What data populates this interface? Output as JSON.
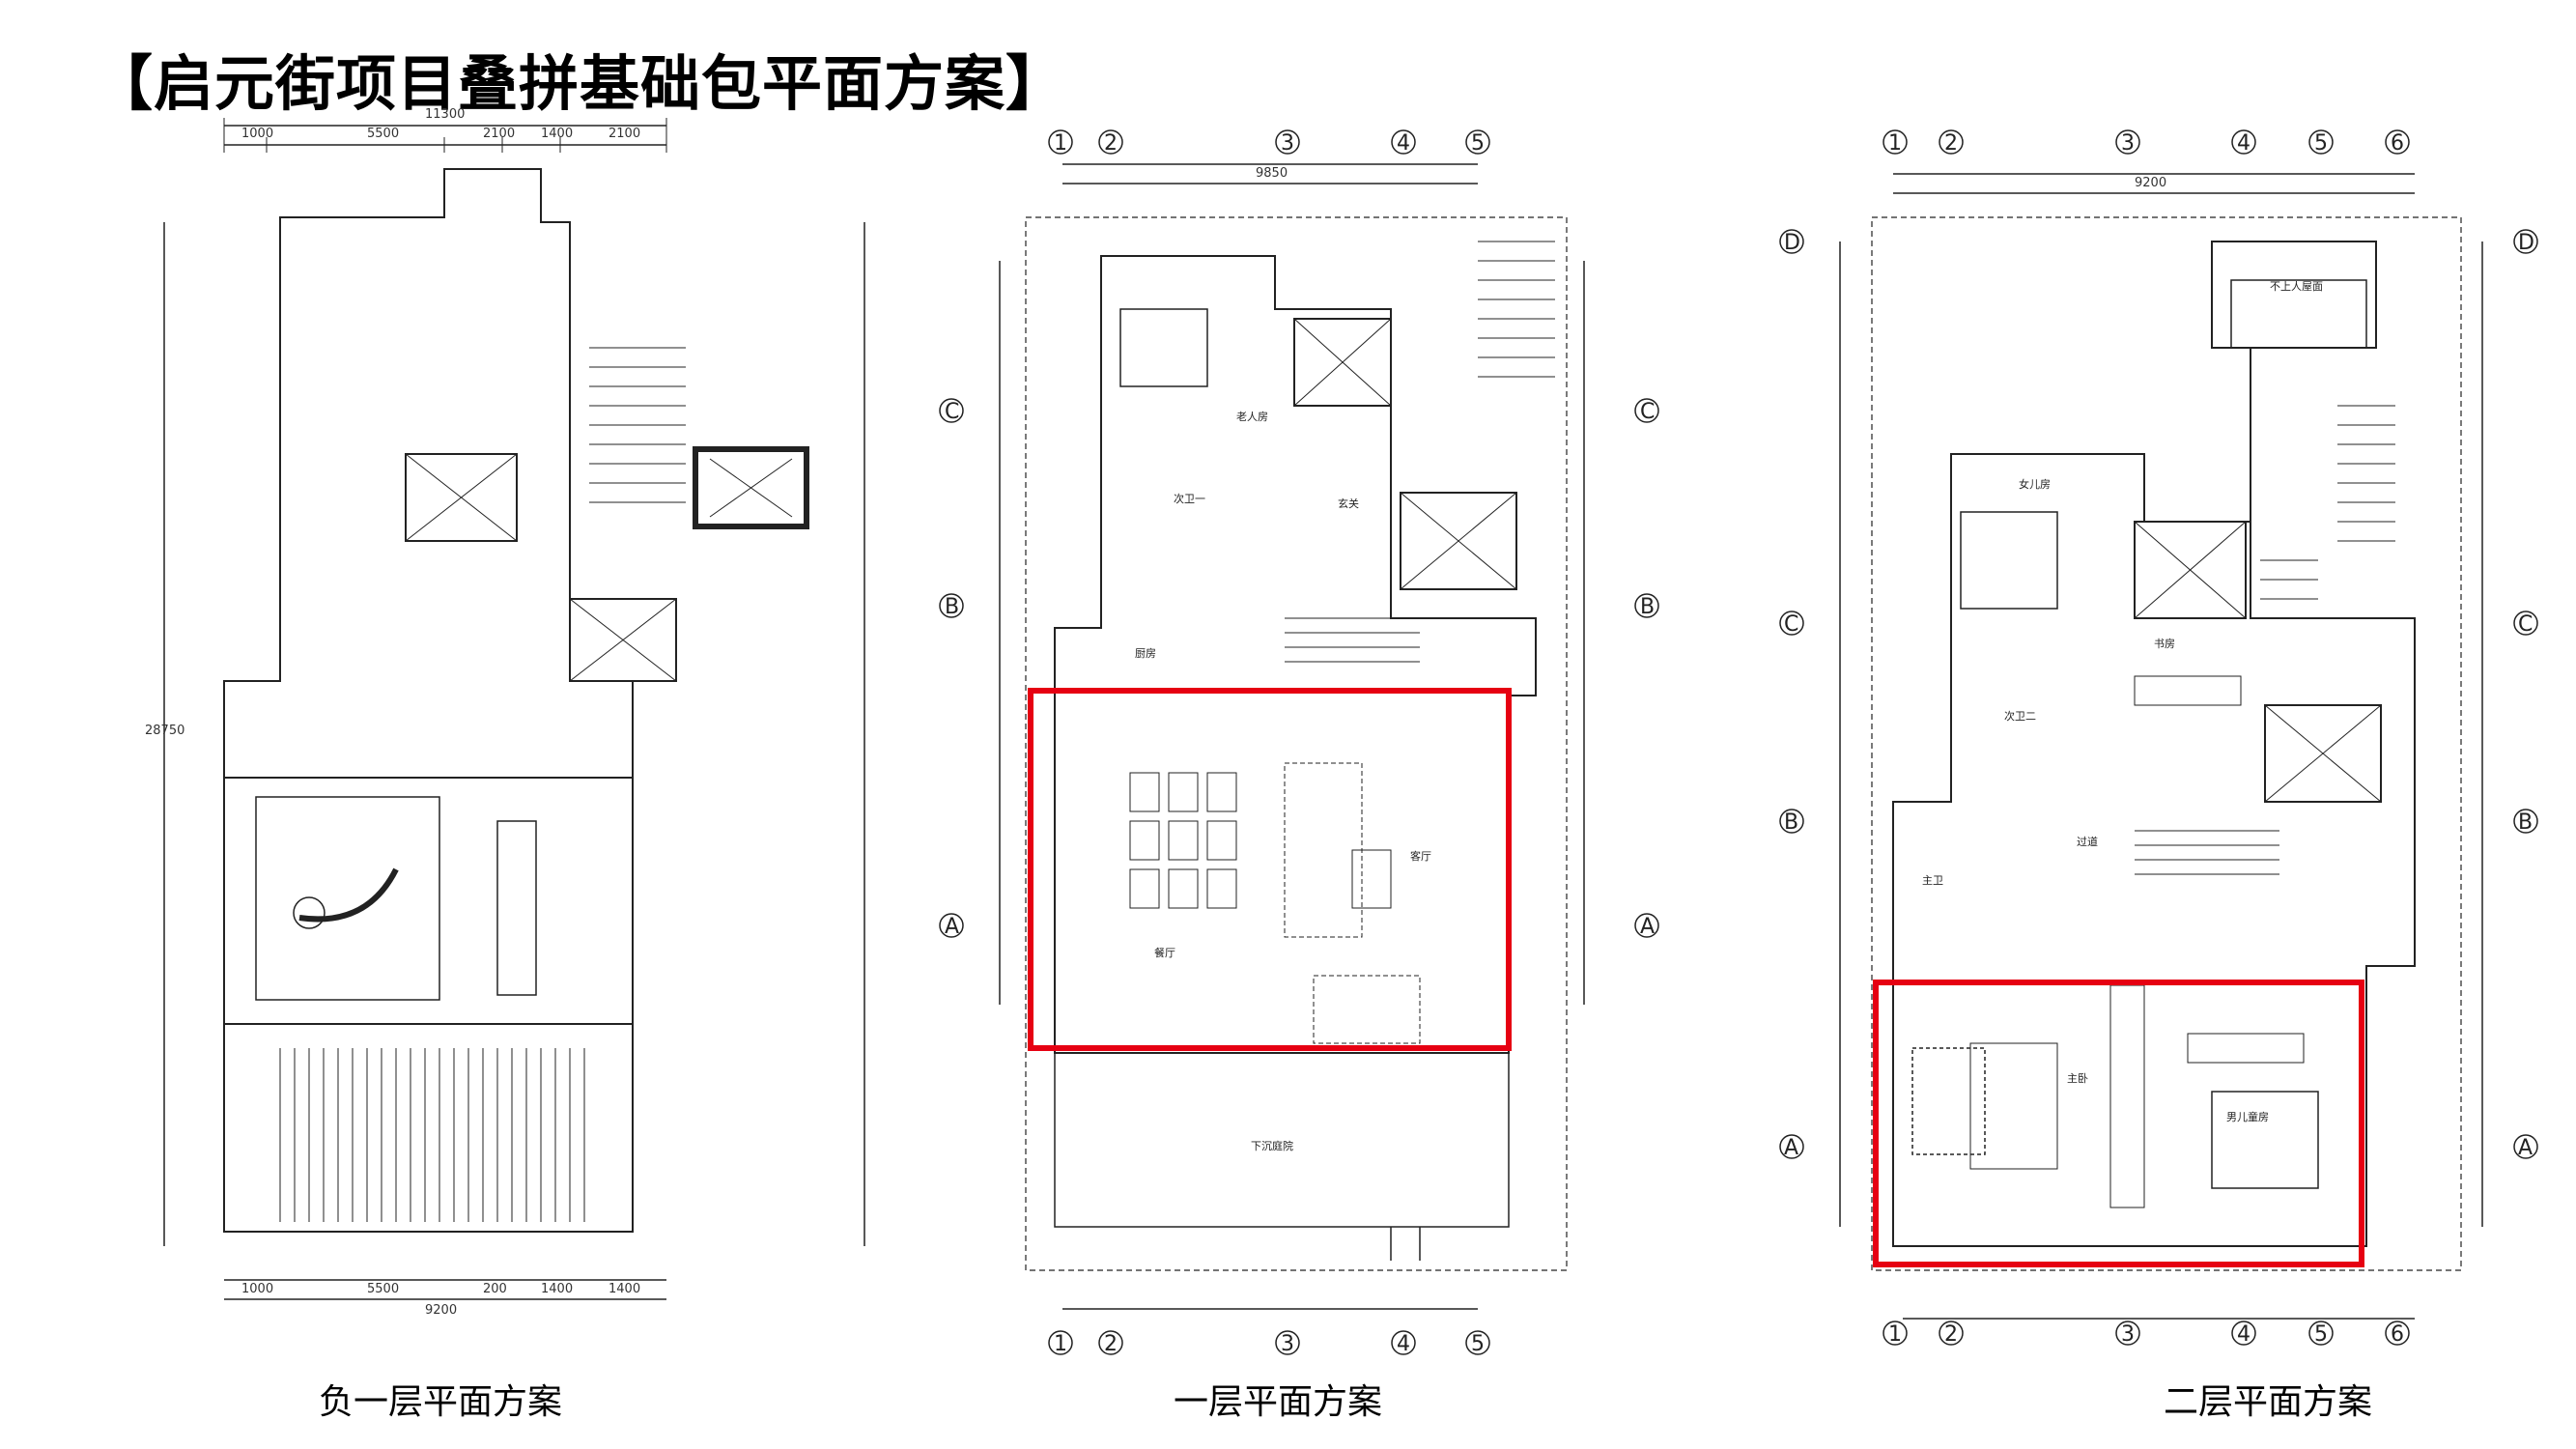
{
  "title": "【启元街项目叠拼基础包平面方案】",
  "captions": {
    "basement": "负一层平面方案",
    "first": "一层平面方案",
    "second": "二层平面方案"
  },
  "plan_b1": {
    "top_dims": [
      "1000",
      "5500",
      "2100",
      "1400",
      "2100"
    ],
    "top_total": "11300",
    "bottom_dims": [
      "1000",
      "5500",
      "200",
      "1400",
      "1400"
    ],
    "bottom_total": "9200",
    "side_total": "28750"
  },
  "plan_f1": {
    "axes": [
      "1",
      "2",
      "3",
      "4",
      "5"
    ],
    "rows": [
      "C",
      "B",
      "A"
    ],
    "top_total": "9850",
    "rooms": [
      "客厅",
      "餐厅",
      "厨房",
      "老人房",
      "次卫一",
      "玄关"
    ],
    "notes": [
      "下沉庭院"
    ]
  },
  "plan_f2": {
    "axes": [
      "1",
      "2",
      "3",
      "4",
      "5",
      "6"
    ],
    "rows": [
      "D",
      "C",
      "B",
      "A"
    ],
    "top_total": "9200",
    "rooms": [
      "女儿房",
      "次卫二",
      "书房",
      "主卧",
      "主卫",
      "男儿童房",
      "过道"
    ],
    "notes": [
      "不上人屋面"
    ]
  },
  "colors": {
    "highlight": "#e60012",
    "line": "#222222"
  }
}
